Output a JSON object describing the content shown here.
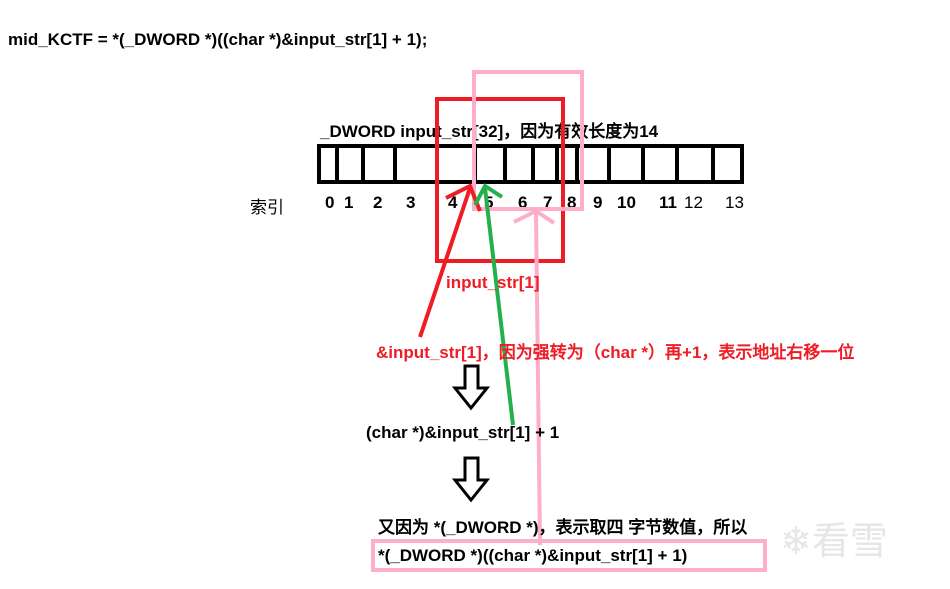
{
  "heading": "mid_KCTF = *(_DWORD *)((char *)&input_str[1] + 1);",
  "array_label": "_DWORD input_str[32]，因为有效长度为14",
  "index_label": "索引",
  "indices": [
    "0",
    "1",
    "2",
    "3",
    "4",
    "5",
    "6",
    "7",
    "8",
    "9",
    "10",
    "11",
    "12",
    "13"
  ],
  "red_box_label": "input_str[1]",
  "red_note": "&input_str[1]，因为强转为（char *）再+1，表示地址右移一位",
  "step1": "(char *)&input_str[1] + 1",
  "step2_note": "又因为 *(_DWORD *)，表示取四 字节数值，所以",
  "result": "*(_DWORD *)((char *)&input_str[1] + 1)",
  "watermark": "看雪",
  "colors": {
    "red": "#ee1c24",
    "pink": "#ffaec9",
    "green": "#22b14c",
    "black": "#000000"
  }
}
